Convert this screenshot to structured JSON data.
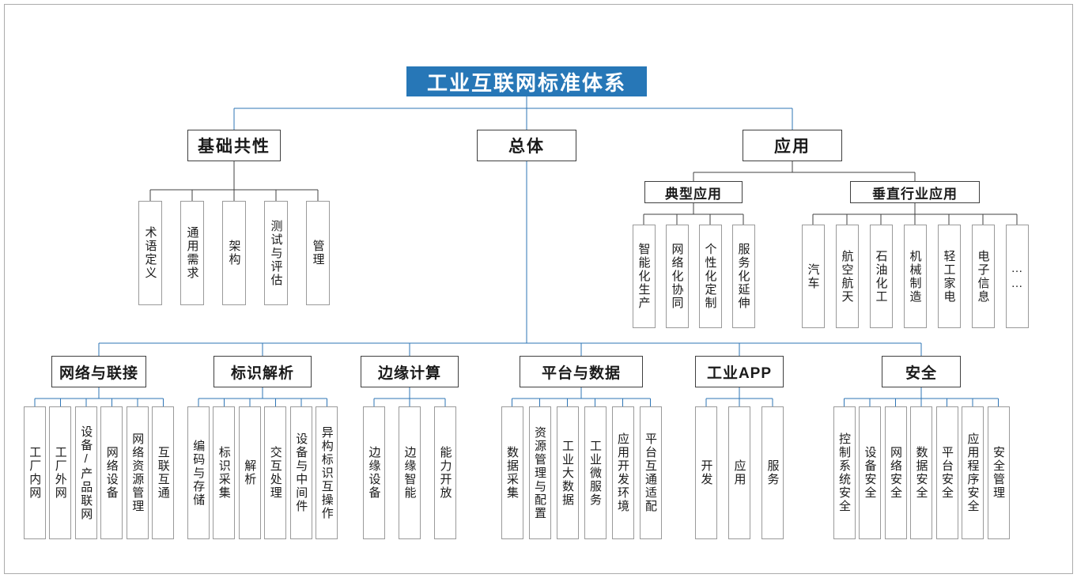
{
  "title": "工业互联网标准体系",
  "level1": [
    {
      "label": "基础共性"
    },
    {
      "label": "总体"
    },
    {
      "label": "应用"
    }
  ],
  "jichu_children": [
    "术语定义",
    "通用需求",
    "架构",
    "测试与评估",
    "管理"
  ],
  "yingyong_groups": [
    {
      "label": "典型应用",
      "children": [
        "智能化生产",
        "网络化协同",
        "个性化定制",
        "服务化延伸"
      ]
    },
    {
      "label": "垂直行业应用",
      "children": [
        "汽车",
        "航空航天",
        "石油化工",
        "机械制造",
        "轻工家电",
        "电子信息",
        "……"
      ]
    }
  ],
  "zongti_groups": [
    {
      "label": "网络与联接",
      "children": [
        "工厂内网",
        "工厂外网",
        "设备/产品联网",
        "网络设备",
        "网络资源管理",
        "互联互通"
      ]
    },
    {
      "label": "标识解析",
      "children": [
        "编码与存储",
        "标识采集",
        "解析",
        "交互处理",
        "设备与中间件",
        "异构标识互操作"
      ]
    },
    {
      "label": "边缘计算",
      "children": [
        "边缘设备",
        "边缘智能",
        "能力开放"
      ]
    },
    {
      "label": "平台与数据",
      "children": [
        "数据采集",
        "资源管理与配置",
        "工业大数据",
        "工业微服务",
        "应用开发环境",
        "平台互通适配"
      ]
    },
    {
      "label": "工业APP",
      "children": [
        "开发",
        "应用",
        "服务"
      ]
    },
    {
      "label": "安全",
      "children": [
        "控制系统安全",
        "设备安全",
        "网络安全",
        "数据安全",
        "平台安全",
        "应用程序安全",
        "安全管理"
      ]
    }
  ],
  "colors": {
    "root_bg": "#2777b7",
    "root_text": "#ffffff",
    "line_main": "#2e75b6",
    "line_sub": "#404040",
    "header_border": "#3f3f3f",
    "leaf_border": "#9a9a9a"
  }
}
